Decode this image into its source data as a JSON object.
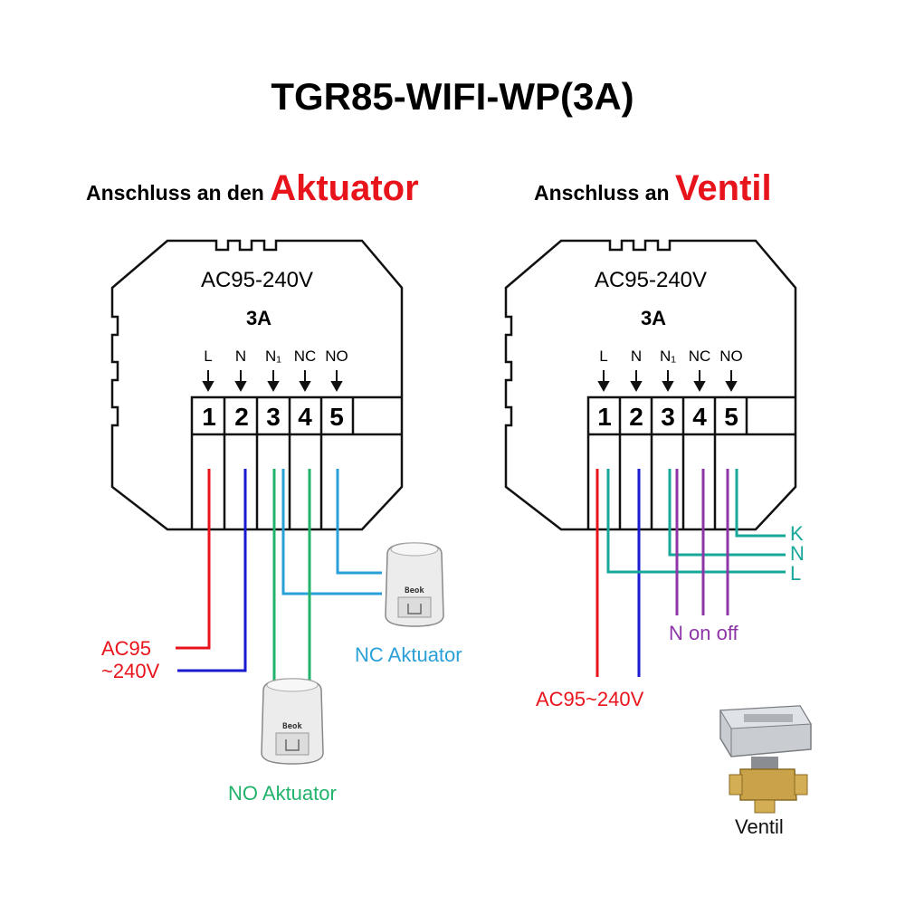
{
  "title": "TGR85-WIFI-WP(3A)",
  "left": {
    "heading_prefix": "Anschluss an den",
    "heading_emph": "Aktuator",
    "voltage": "AC95-240V",
    "amps": "3A",
    "terminals": [
      "L",
      "N",
      "N₁",
      "NC",
      "NO"
    ],
    "numbers": [
      "1",
      "2",
      "3",
      "4",
      "5"
    ],
    "supply_line1": "AC95",
    "supply_line2": "~240V",
    "nc_label": "NC Aktuator",
    "no_label": "NO Aktuator",
    "actuator_brand": "Beok"
  },
  "right": {
    "heading_prefix": "Anschluss an",
    "heading_emph": "Ventil",
    "voltage": "AC95-240V",
    "amps": "3A",
    "terminals": [
      "L",
      "N",
      "N₁",
      "NC",
      "NO"
    ],
    "numbers": [
      "1",
      "2",
      "3",
      "4",
      "5"
    ],
    "k_label": "K",
    "n_label": "N",
    "l_label": "L",
    "on_off_label": "N on off",
    "supply_label": "AC95~240V",
    "valve_caption": "Ventil"
  },
  "colors": {
    "red": "#e8141c",
    "blue": "#1a1ad0",
    "teal": "#17a89a",
    "green": "#21b36b",
    "light_blue": "#2aa0d8",
    "purple": "#8e35a8"
  }
}
